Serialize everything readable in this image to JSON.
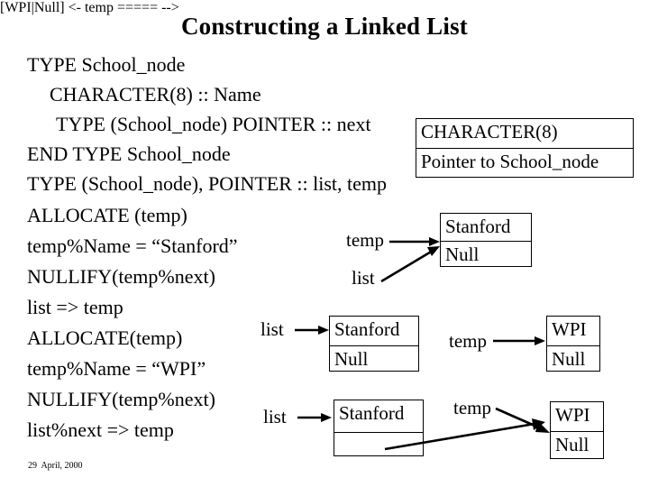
{
  "slide": {
    "title": "Constructing a Linked List",
    "footer": "29  April, 2000",
    "background_color": "#ffffff",
    "text_color": "#000000"
  },
  "code": {
    "lines": [
      "TYPE School_node",
      "CHARACTER(8) :: Name",
      "TYPE (School_node) POINTER :: next",
      "END TYPE School_node",
      "TYPE (School_node), POINTER :: list, temp",
      "ALLOCATE (temp)",
      "temp%Name = “Stanford”",
      "NULLIFY(temp%next)",
      "list => temp",
      "ALLOCATE(temp)",
      "temp%Name = “WPI”",
      "NULLIFY(temp%next)",
      "list%next => temp"
    ]
  },
  "legend_box": {
    "name_field": "CHARACTER(8)",
    "next_field": "Pointer to School_node"
  },
  "diagram": {
    "stage1": {
      "pointer_temp": "temp",
      "pointer_list": "list",
      "node": {
        "name": "Stanford",
        "next": "Null"
      }
    },
    "stage2": {
      "pointer_list": "list",
      "node_first": {
        "name": "Stanford",
        "next": "Null"
      },
      "pointer_temp": "temp",
      "node_second": {
        "name": "WPI",
        "next": "Null"
      }
    },
    "stage3": {
      "pointer_list": "list",
      "node_first": {
        "name": "Stanford",
        "next": ""
      },
      "pointer_temp": "temp",
      "node_second": {
        "name": "WPI",
        "next": "Null"
      }
    }
  }
}
